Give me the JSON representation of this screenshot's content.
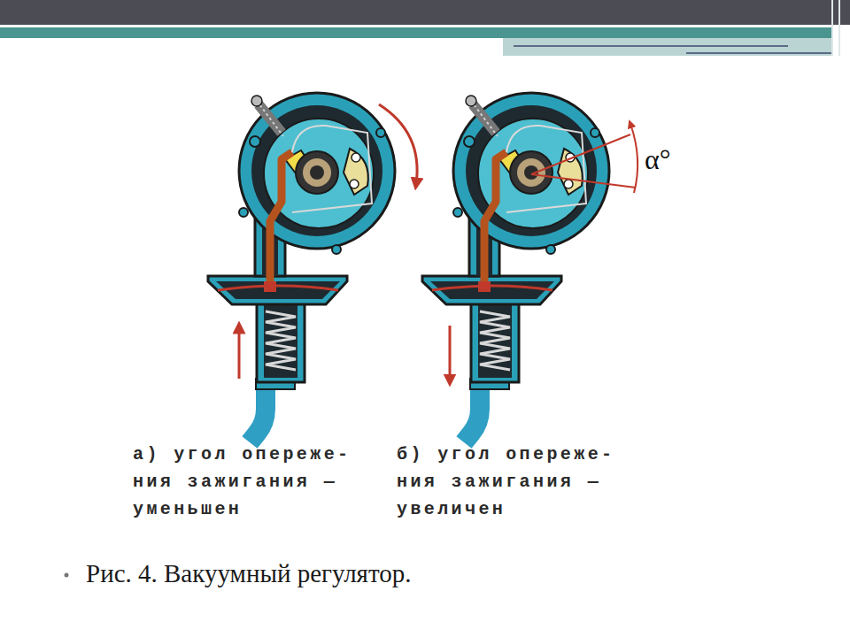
{
  "diagram": {
    "caption": "Рис. 4. Вакуумный регулятор.",
    "labels": [
      "α°",
      "а) угол опереже- ния зажигания — уменьшен",
      "б) угол опереже- ния зажигания — увеличен"
    ]
  }
}
